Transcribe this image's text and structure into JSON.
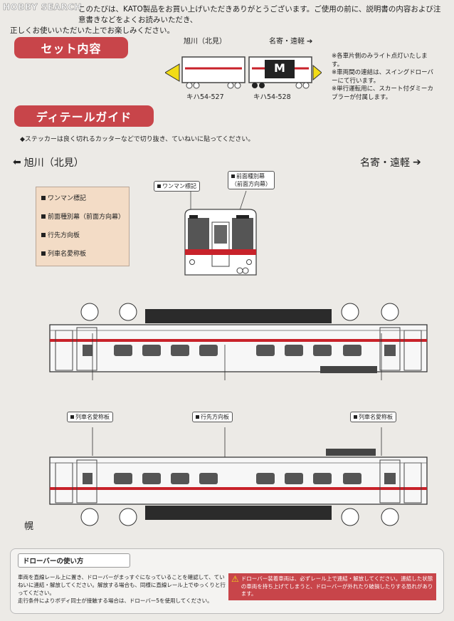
{
  "watermark": "HOBBY SEARCH",
  "intro": {
    "line1": "このたびは、KATO製品をお買い上げいただきありがとうございます。ご使用の前に、説明書の内容および注意書きなどをよくお読みいただき、",
    "line2": "正しくお使いいただいた上でお楽しみください。"
  },
  "set_contents": {
    "heading": "セット内容",
    "car1_direction": "旭川（北見）",
    "car2_direction": "名寄・遠軽",
    "car1_label": "キハ54-527",
    "car2_label": "キハ54-528",
    "motor_mark": "M",
    "notes": [
      "※各車片側のみライト点灯いたします。",
      "※車両間の連結は、スイングドローバーにて行います。",
      "※単行運転用に、スカート付ダミーカプラーが付属します。"
    ]
  },
  "detail_guide": {
    "heading": "ディテールガイド",
    "note": "◆ステッカーは良く切れるカッターなどで切り抜き、ていねいに貼ってください。",
    "left_direction": "旭川（北見）",
    "right_direction": "名寄・遠軽",
    "legend": [
      "ワンマン標記",
      "前面種別幕（前面方向幕）",
      "行先方向板",
      "列車名愛称板"
    ],
    "front_label_1": "ワンマン標記",
    "front_label_2": "前面種別幕",
    "front_label_2b": "（前面方向幕）",
    "side_labels": [
      "列車名愛称板",
      "行先方向板",
      "列車名愛称板"
    ],
    "horo_label": "幌"
  },
  "drawbar": {
    "title": "ドローバーの使い方",
    "text1": "車両を直線レール上に置き、ドローバーがまっすぐになっていることを確認して、ていねいに連結・解放してください。解放する場合も、同様に直線レール上でゆっくりと行ってください。",
    "text2": "走行条件によりボディ同士が接触する場合は、ドローバー5を使用してください。",
    "warning": "ドローバー装着車両は、必ずレール上で連結・解放してください。連結した状態の車両を持ち上げてしまうと、ドローバーが外れたり破損したりする恐れがあります。"
  },
  "colors": {
    "accent_red": "#c8454a",
    "stripe_red": "#c8222a",
    "legend_bg": "#f3dcc6",
    "warning_bg": "#c8454a",
    "light_yellow": "#f2dc16"
  }
}
